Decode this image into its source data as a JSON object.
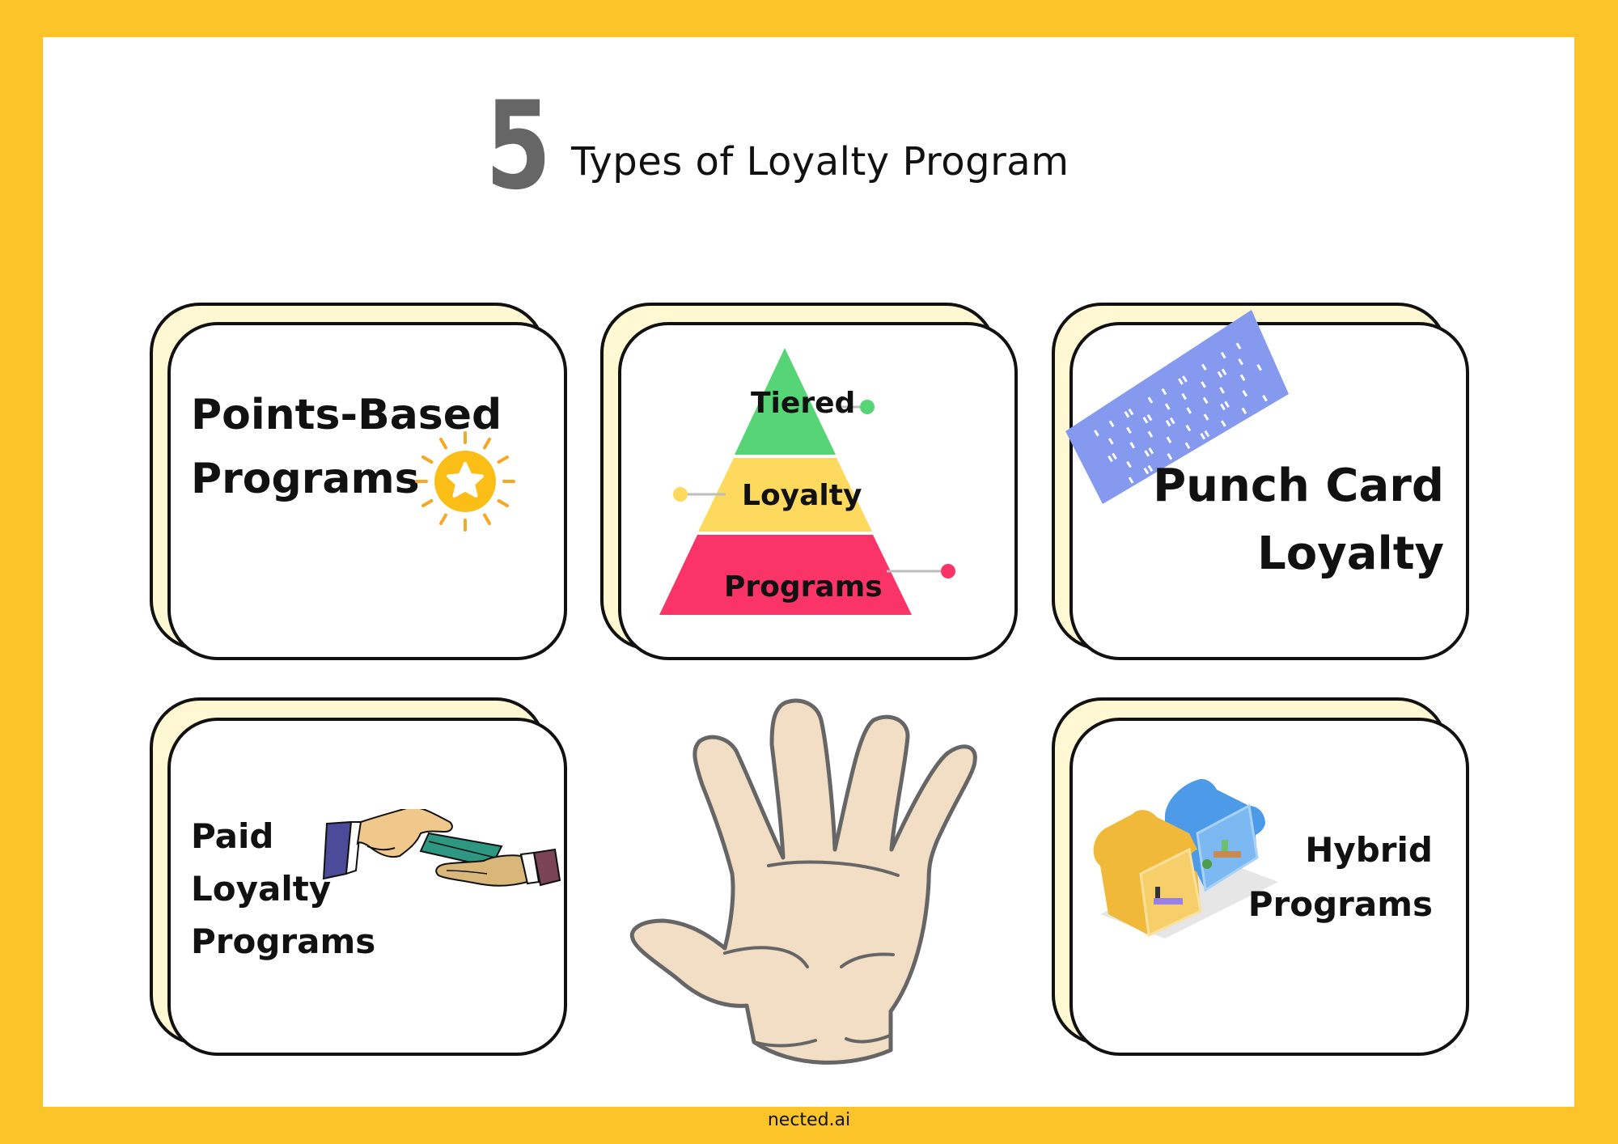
{
  "header": {
    "number": "5",
    "title": "Types of Loyalty Program"
  },
  "colors": {
    "border_yellow": "#FBC429",
    "background": "#FFFFFF",
    "card_back": "#FFF8D3",
    "card_outline": "#111111",
    "number_gray": "#666666",
    "pyramid_green": "#57D576",
    "pyramid_yellow": "#FDDA5E",
    "pyramid_red": "#FA3466",
    "sun_yellow": "#FBBE17",
    "sun_rays": "#F7A823",
    "punch_card_blue": "#8599EF",
    "hand_skin": "#F2DEC4",
    "hand_outline": "#666666"
  },
  "cards": [
    {
      "id": "points-based",
      "lines": [
        "Points-Based",
        "Programs"
      ],
      "icon": "sun-star-icon"
    },
    {
      "id": "tiered",
      "pyramid": {
        "levels": [
          {
            "label": "Tiered",
            "color": "#57D576"
          },
          {
            "label": "Loyalty",
            "color": "#FDDA5E"
          },
          {
            "label": "Programs",
            "color": "#FA3466"
          }
        ]
      },
      "icon": "pyramid-icon"
    },
    {
      "id": "punch-card",
      "lines": [
        "Punch Card",
        "Loyalty"
      ],
      "icon": "punch-card-icon"
    },
    {
      "id": "paid",
      "lines": [
        "Paid",
        "Loyalty",
        "Programs"
      ],
      "icon": "handing-money-icon"
    },
    {
      "id": "hybrid",
      "lines": [
        "Hybrid",
        "Programs"
      ],
      "icon": "puzzle-pieces-icon"
    }
  ],
  "center_illustration": "open-hand-five-icon",
  "footer": {
    "brand": "nected.ai"
  }
}
